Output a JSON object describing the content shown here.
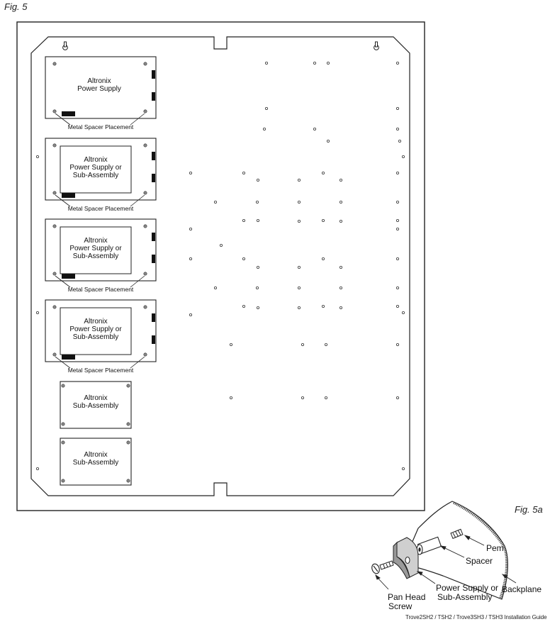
{
  "figure_label": "Fig. 5",
  "figure_a_label": "Fig. 5a",
  "footer": "Trove2SH2 / TSH2 / Trove3SH3 / TSH3 Installation Guide",
  "modules": [
    {
      "line1": "Altronix",
      "line2": "Power Supply",
      "line3": ""
    },
    {
      "line1": "Altronix",
      "line2": "Power Supply or",
      "line3": "Sub-Assembly"
    },
    {
      "line1": "Altronix",
      "line2": "Power Supply or",
      "line3": "Sub-Assembly"
    },
    {
      "line1": "Altronix",
      "line2": "Power Supply or",
      "line3": "Sub-Assembly"
    },
    {
      "line1": "Altronix",
      "line2": "Sub-Assembly",
      "line3": ""
    },
    {
      "line1": "Altronix",
      "line2": "Sub-Assembly",
      "line3": ""
    }
  ],
  "spacer_label": "Metal Spacer Placement",
  "detail_labels": {
    "pem": "Pem",
    "spacer": "Spacer",
    "backplane": "Backplane",
    "power_supply_line1": "Power Supply or",
    "power_supply_line2": "Sub-Assembly",
    "screw_line1": "Pan Head",
    "screw_line2": "Screw"
  }
}
